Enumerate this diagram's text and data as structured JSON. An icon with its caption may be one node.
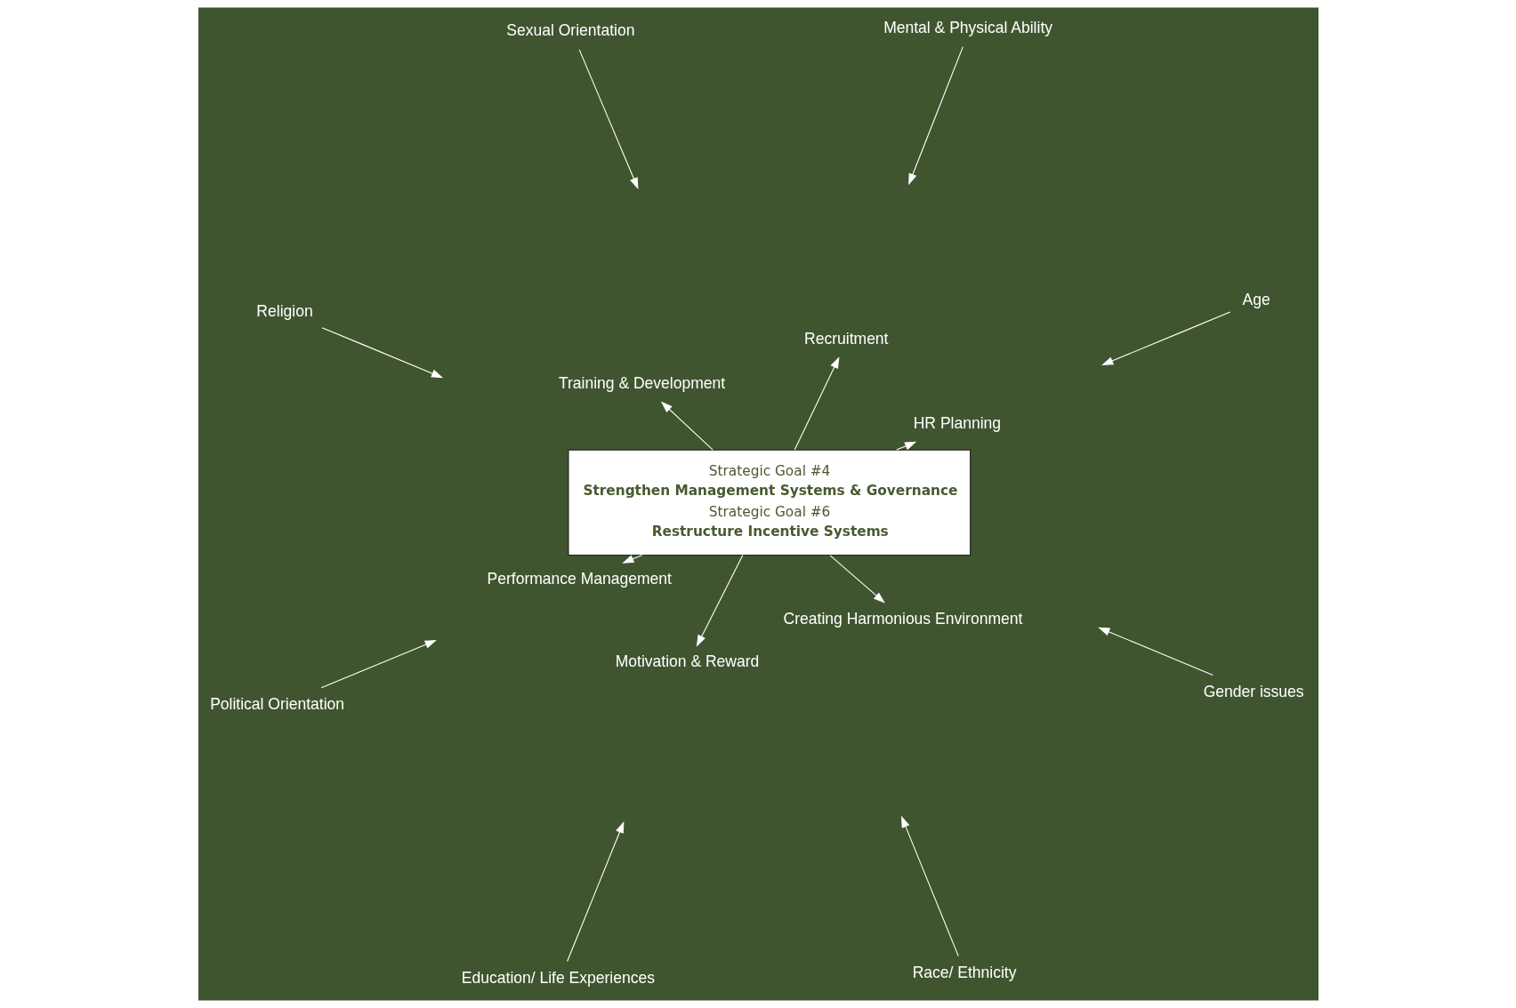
{
  "diagram": {
    "nodes": [
      {
        "text": [
          "Strategic Goal #4",
          "Strengthen Management Systems & Governance",
          "Strategic Goal #6",
          "Restructure Incentive Systems"
        ]
      },
      {
        "text": [
          "HR Planning"
        ]
      },
      {
        "text": [
          "Recruitment"
        ]
      },
      {
        "text": [
          "Training & Development"
        ]
      },
      {
        "text": [
          "Performance Management"
        ]
      },
      {
        "text": [
          "Motivation & Reward"
        ]
      },
      {
        "text": [
          "Creating Harmonious Environment"
        ]
      },
      {
        "text": [
          "Age"
        ]
      },
      {
        "text": [
          "Mental & Physical Ability"
        ]
      },
      {
        "text": [
          "Sexual Orientation"
        ]
      },
      {
        "text": [
          "Religion"
        ]
      },
      {
        "text": [
          "Political Orientation"
        ]
      },
      {
        "text": [
          "Education/ Life Experiences"
        ]
      },
      {
        "text": [
          "Race/ Ethnicity"
        ]
      },
      {
        "text": [
          "Gender issues"
        ]
      }
    ],
    "edges": [
      {
        "from": 0,
        "to": 1,
        "arrow": "to"
      },
      {
        "from": 0,
        "to": 2,
        "arrow": "to"
      },
      {
        "from": 0,
        "to": 3,
        "arrow": "to"
      },
      {
        "from": 0,
        "to": 4,
        "arrow": "to"
      },
      {
        "from": 0,
        "to": 5,
        "arrow": "to"
      },
      {
        "from": 0,
        "to": 6,
        "arrow": "to"
      },
      {
        "from": 7,
        "to": null,
        "arrow": "to"
      },
      {
        "from": 8,
        "to": null,
        "arrow": "to"
      },
      {
        "from": 9,
        "to": null,
        "arrow": "to"
      },
      {
        "from": 10,
        "to": null,
        "arrow": "to"
      },
      {
        "from": 11,
        "to": null,
        "arrow": "to"
      },
      {
        "from": 12,
        "to": null,
        "arrow": "to"
      },
      {
        "from": 13,
        "to": null,
        "arrow": "to"
      },
      {
        "from": 14,
        "to": null,
        "arrow": "to"
      }
    ]
  }
}
